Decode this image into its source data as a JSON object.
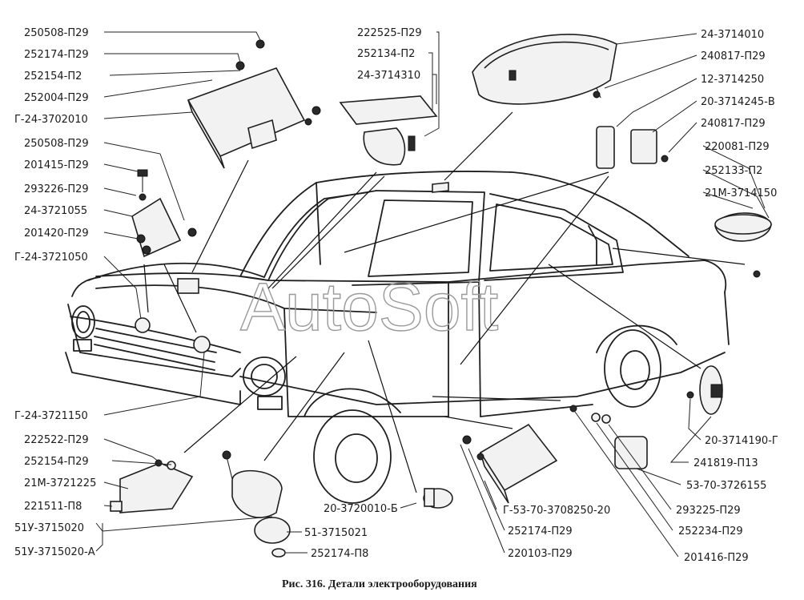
{
  "labels": {
    "l01": "250508-П29",
    "l02": "252174-П29",
    "l03": "252154-П2",
    "l04": "252004-П29",
    "l05": "Г-24-3702010",
    "l06": "250508-П29",
    "l07": "201415-П29",
    "l08": "293226-П29",
    "l09": "24-3721055",
    "l10": "201420-П29",
    "l11": "Г-24-3721050",
    "l12": "222525-П29",
    "l13": "252134-П2",
    "l14": "24-3714310",
    "l15": "24-3714010",
    "l16": "240817-П29",
    "l17": "12-3714250",
    "l18": "20-3714245-В",
    "l19": "240817-П29",
    "l20": "220081-П29",
    "l21": "252133-П2",
    "l22": "21М-3714150",
    "l23": "Г-24-3721150",
    "l24": "222522-П29",
    "l25": "252154-П29",
    "l26": "21М-3721225",
    "l27": "221511-П8",
    "l28": "51У-3715020",
    "l29": "51У-3715020-А",
    "l30": "51-3715021",
    "l31": "252174-П8",
    "l32": "20-3720010-Б",
    "l33": "Г-53-70-3708250-20",
    "l34": "252174-П29",
    "l35": "220103-П29",
    "l36": "20-3714190-Г",
    "l37": "241819-П13",
    "l38": "53-70-3726155",
    "l39": "293225-П29",
    "l40": "252234-П29",
    "l41": "201416-П29"
  },
  "caption": "Рис. 316. Детали электрооборудования",
  "watermark": "AutoSoft"
}
